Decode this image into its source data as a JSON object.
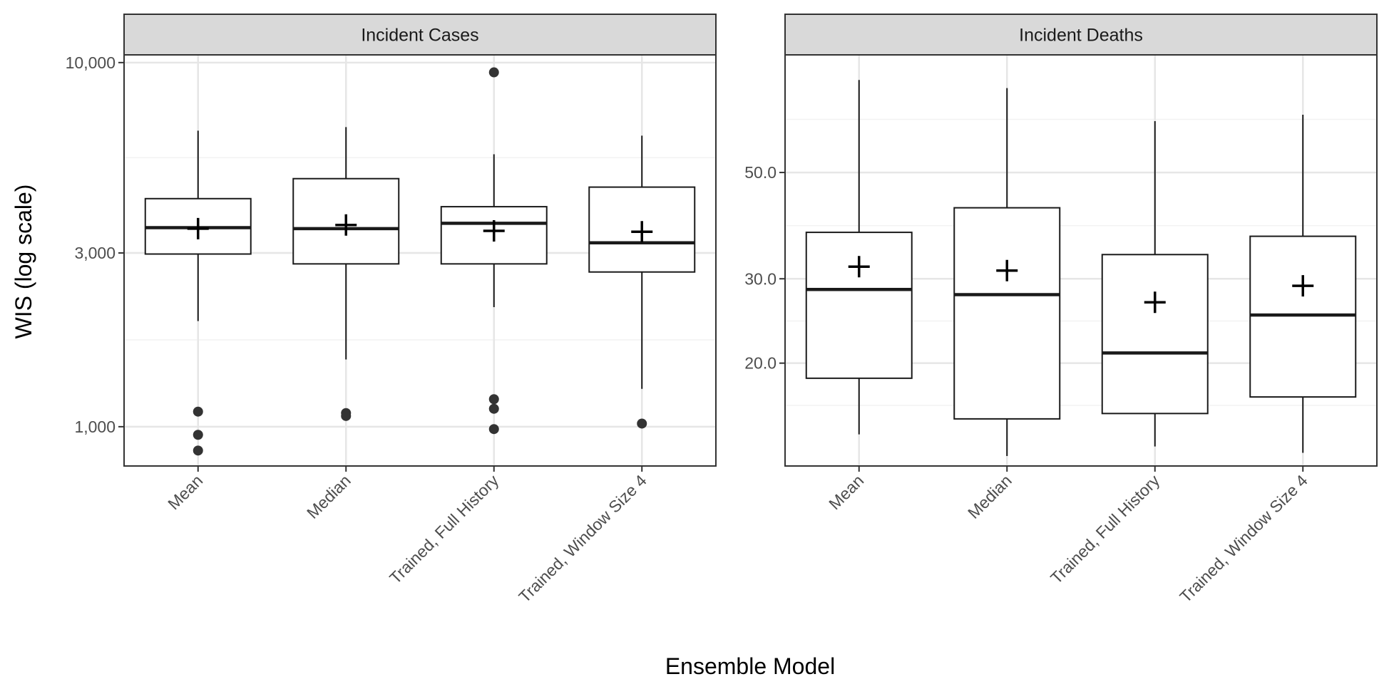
{
  "chart_data": {
    "type": "box",
    "xlabel": "Ensemble Model",
    "ylabel": "WIS (log scale)",
    "yscale": "log",
    "categories": [
      "Mean",
      "Median",
      "Trained, Full History",
      "Trained, Window Size 4"
    ],
    "panels": [
      {
        "title": "Incident Cases",
        "ylim": [
          780,
          10500
        ],
        "yticks": [
          1000,
          3000,
          10000
        ],
        "ytick_labels": [
          "1,000",
          "3,000",
          "10,000"
        ],
        "boxes": [
          {
            "category": "Mean",
            "whisker_low": 1950,
            "q1": 2980,
            "median": 3520,
            "q3": 4230,
            "whisker_high": 6500,
            "mean": 3500,
            "outliers": [
              1100,
              950,
              860
            ]
          },
          {
            "category": "Median",
            "whisker_low": 1530,
            "q1": 2800,
            "median": 3500,
            "q3": 4800,
            "whisker_high": 6650,
            "mean": 3580,
            "outliers": [
              1090,
              1070
            ]
          },
          {
            "category": "Trained, Full History",
            "whisker_low": 2130,
            "q1": 2800,
            "median": 3620,
            "q3": 4020,
            "whisker_high": 5600,
            "mean": 3450,
            "outliers": [
              9400,
              1190,
              1120,
              985
            ]
          },
          {
            "category": "Trained, Window Size 4",
            "whisker_low": 1270,
            "q1": 2660,
            "median": 3200,
            "q3": 4550,
            "whisker_high": 6300,
            "mean": 3430,
            "outliers": [
              1020
            ]
          }
        ]
      },
      {
        "title": "Incident Deaths",
        "ylim": [
          12.2,
          88
        ],
        "yticks": [
          20,
          30,
          50
        ],
        "ytick_labels": [
          "20.0",
          "30.0",
          "50.0"
        ],
        "boxes": [
          {
            "category": "Mean",
            "whisker_low": 14.2,
            "q1": 18.6,
            "median": 28.5,
            "q3": 37.5,
            "whisker_high": 78,
            "mean": 31.8,
            "outliers": []
          },
          {
            "category": "Median",
            "whisker_low": 12.8,
            "q1": 15.3,
            "median": 27.8,
            "q3": 42.2,
            "whisker_high": 75,
            "mean": 31.2,
            "outliers": []
          },
          {
            "category": "Trained, Full History",
            "whisker_low": 13.4,
            "q1": 15.7,
            "median": 21.0,
            "q3": 33.7,
            "whisker_high": 64,
            "mean": 26.8,
            "outliers": []
          },
          {
            "category": "Trained, Window Size 4",
            "whisker_low": 13.0,
            "q1": 17.0,
            "median": 25.2,
            "q3": 36.8,
            "whisker_high": 66,
            "mean": 29.0,
            "outliers": []
          }
        ]
      }
    ]
  }
}
